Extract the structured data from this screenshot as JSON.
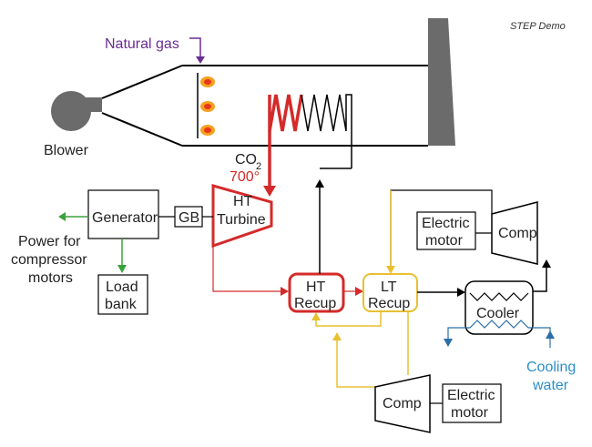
{
  "demo_label": "STEP Demo",
  "labels": {
    "natural_gas": "Natural gas",
    "blower": "Blower",
    "co2": "CO",
    "co2_subscript": "2",
    "temperature": "700°",
    "generator": "Generator",
    "gb": "GB",
    "ht_turbine_1": "HT",
    "ht_turbine_2": "Turbine",
    "power_line1": "Power for",
    "power_line2": "compressor",
    "power_line3": "motors",
    "load_bank_1": "Load",
    "load_bank_2": "bank",
    "ht_recup_1": "HT",
    "ht_recup_2": "Recup",
    "lt_recup_1": "LT",
    "lt_recup_2": "Recup",
    "electric_motor_top_1": "Electric",
    "electric_motor_top_2": "motor",
    "comp_top": "Comp",
    "cooler": "Cooler",
    "cooling_water_1": "Cooling",
    "cooling_water_2": "water",
    "comp_bottom": "Comp",
    "electric_motor_bottom_1": "Electric",
    "electric_motor_bottom_2": "motor"
  },
  "colors": {
    "hot": "#d42a2a",
    "gas": "#6a2d91",
    "electric": "#3aa23a",
    "cold": "#e8c030",
    "water": "#2b6ea8",
    "water_text": "#2b8ec8",
    "stack": "#6b6b6b",
    "flame_outer": "#f7a020",
    "flame_inner": "#e8361a",
    "stroke": "#000000"
  }
}
